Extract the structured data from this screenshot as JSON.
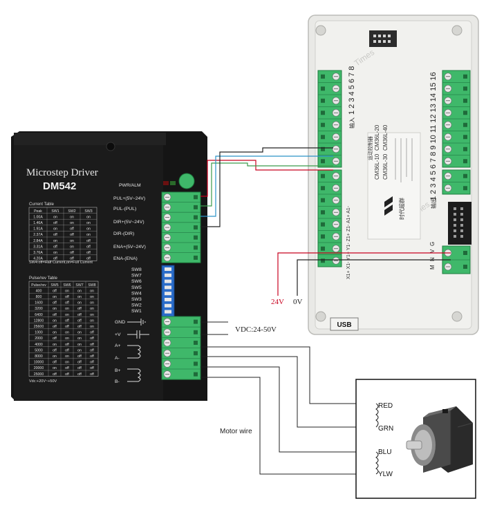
{
  "driver": {
    "title": "Microstep Driver",
    "model": "DM542",
    "pins": [
      "PWR/ALM",
      "PUL+(5V~24V)",
      "PUL-(PUL)",
      "DIR+(5V~24V)",
      "DIR-(DIR)",
      "ENA+(5V~24V)",
      "ENA-(ENA)"
    ],
    "switches": [
      "SW8",
      "SW7",
      "SW6",
      "SW5",
      "SW4",
      "SW3",
      "SW2",
      "SW1"
    ],
    "power_pins": [
      "GND",
      "+V",
      "A+",
      "A-",
      "B+",
      "B-"
    ],
    "current_table": {
      "title": "Current Table",
      "headers": [
        "Peak",
        "SW1",
        "SW2",
        "SW3"
      ],
      "rows": [
        [
          "1.00A",
          "on",
          "on",
          "on"
        ],
        [
          "1.46A",
          "off",
          "on",
          "on"
        ],
        [
          "1.91A",
          "on",
          "off",
          "on"
        ],
        [
          "2.37A",
          "off",
          "off",
          "on"
        ],
        [
          "2.84A",
          "on",
          "on",
          "off"
        ],
        [
          "3.31A",
          "off",
          "on",
          "off"
        ],
        [
          "3.76A",
          "on",
          "off",
          "off"
        ],
        [
          "4.20A",
          "off",
          "off",
          "off"
        ]
      ],
      "note": "SW4:off=Half Current,on=Full Current"
    },
    "pulse_table": {
      "title": "Pulse/rev Table",
      "headers": [
        "Pulse/rev",
        "SW5",
        "SW6",
        "SW7",
        "SW8"
      ],
      "rows": [
        [
          "400",
          "off",
          "on",
          "on",
          "on"
        ],
        [
          "800",
          "on",
          "off",
          "on",
          "on"
        ],
        [
          "1600",
          "off",
          "off",
          "on",
          "on"
        ],
        [
          "3200",
          "on",
          "on",
          "off",
          "on"
        ],
        [
          "6400",
          "off",
          "on",
          "off",
          "on"
        ],
        [
          "12800",
          "on",
          "off",
          "off",
          "on"
        ],
        [
          "25600",
          "off",
          "off",
          "off",
          "on"
        ],
        [
          "1000",
          "on",
          "on",
          "on",
          "off"
        ],
        [
          "2000",
          "off",
          "on",
          "on",
          "off"
        ],
        [
          "4000",
          "on",
          "off",
          "on",
          "off"
        ],
        [
          "5000",
          "off",
          "off",
          "on",
          "off"
        ],
        [
          "8000",
          "on",
          "on",
          "off",
          "off"
        ],
        [
          "10000",
          "off",
          "on",
          "off",
          "off"
        ],
        [
          "20000",
          "on",
          "off",
          "off",
          "off"
        ],
        [
          "25000",
          "off",
          "off",
          "off",
          "off"
        ]
      ]
    },
    "vdc_note": "Vdc:+20V~+50V"
  },
  "controller": {
    "brand": "Times",
    "left_numbers": "1 2 3 4 5 6 7 8",
    "right_numbers": "1 2 3 4 5 6 7 8 9 10 11 12 13 14 15 16",
    "right_label": "输出",
    "left_label": "输入",
    "bottom_pins": [
      "G",
      "V",
      "N",
      "M"
    ],
    "port_label": "USB",
    "models": [
      "CM36L-10",
      "CM36L-20",
      "CM36L-30",
      "CM36L-40"
    ],
    "company": "时代超群",
    "product_title": "运动控制器",
    "channel_labels": [
      "X1+",
      "X1-",
      "Y1+",
      "Y1-",
      "Z1+",
      "Z1-",
      "A1+",
      "A1-"
    ]
  },
  "labels": {
    "v24": "24V",
    "v0": "0V",
    "vdc": "VDC:24-50V",
    "motor_wire": "Motor wire",
    "wire_colors": [
      "RED",
      "GRN",
      "BLU",
      "YLW"
    ]
  },
  "colors": {
    "driver_body": "#141414",
    "terminal_green": "#3fb86a",
    "controller_body": "#ececea",
    "wire_red": "#c8001e",
    "wire_green": "#3a9a4a",
    "wire_blue": "#2a92c8",
    "label_red": "#c8001e"
  }
}
